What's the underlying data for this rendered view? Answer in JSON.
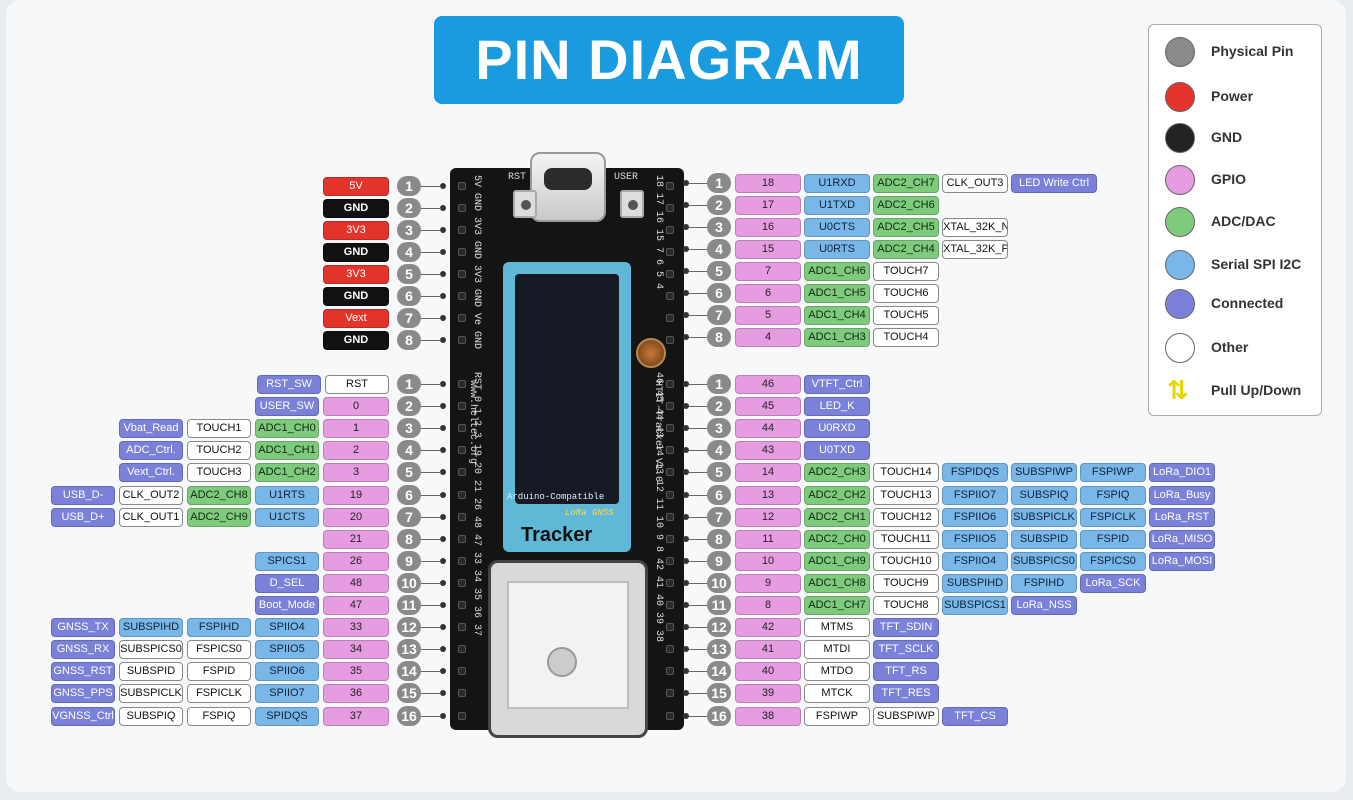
{
  "title": "PIN DIAGRAM",
  "legend": [
    {
      "label": "Physical Pin",
      "color": "#8a8a8a"
    },
    {
      "label": "Power",
      "color": "#e2342b"
    },
    {
      "label": "GND",
      "color": "#222222"
    },
    {
      "label": "GPIO",
      "color": "#e69ce0"
    },
    {
      "label": "ADC/DAC",
      "color": "#7ecb7e"
    },
    {
      "label": "Serial SPI I2C",
      "color": "#79b7e8"
    },
    {
      "label": "Connected",
      "color": "#7b80d8"
    },
    {
      "label": "Other",
      "color": "#ffffff"
    },
    {
      "label": "Pull Up/Down",
      "icon": "pull-up-down-arrows-icon"
    }
  ],
  "board": {
    "silk_brand": "www.heltec.org",
    "silk_model": "HTIT-Tracker V1.0",
    "silk_compat": "Arduino-Compatible",
    "screen_brand": "LoRa GNSS",
    "screen_name": "Tracker",
    "btn_rst": "RST",
    "btn_user": "USER",
    "header_top_left": "5V GND 3V3 GND 3V3 GND Ve GND",
    "header_top_right": "18 17 16 15 7 6 5 4",
    "header_bottom_left": "RST 0 1 2 3 19 20 21 26 48 47 33 34 35 36 37",
    "header_bottom_right": "46 45 44 43 14 13 12 11 10 9 8 42 41 40 39 38"
  },
  "left_top": [
    {
      "num": "1",
      "labels": [
        {
          "t": "5V",
          "c": "power"
        }
      ]
    },
    {
      "num": "2",
      "labels": [
        {
          "t": "GND",
          "c": "gnd"
        }
      ]
    },
    {
      "num": "3",
      "labels": [
        {
          "t": "3V3",
          "c": "power"
        }
      ]
    },
    {
      "num": "4",
      "labels": [
        {
          "t": "GND",
          "c": "gnd"
        }
      ]
    },
    {
      "num": "5",
      "labels": [
        {
          "t": "3V3",
          "c": "power"
        }
      ]
    },
    {
      "num": "6",
      "labels": [
        {
          "t": "GND",
          "c": "gnd"
        }
      ]
    },
    {
      "num": "7",
      "labels": [
        {
          "t": "Vext",
          "c": "power"
        }
      ]
    },
    {
      "num": "8",
      "labels": [
        {
          "t": "GND",
          "c": "gnd"
        }
      ]
    }
  ],
  "left_bottom": [
    {
      "num": "1",
      "labels": [
        {
          "t": "RST",
          "c": "other"
        },
        {
          "t": "RST_SW",
          "c": "conn"
        }
      ]
    },
    {
      "num": "2",
      "labels": [
        {
          "t": "0",
          "c": "gpio"
        },
        {
          "t": "USER_SW",
          "c": "conn"
        }
      ]
    },
    {
      "num": "3",
      "labels": [
        {
          "t": "1",
          "c": "gpio"
        },
        {
          "t": "ADC1_CH0",
          "c": "adc"
        },
        {
          "t": "TOUCH1",
          "c": "other"
        },
        {
          "t": "Vbat_Read",
          "c": "conn"
        }
      ]
    },
    {
      "num": "4",
      "labels": [
        {
          "t": "2",
          "c": "gpio"
        },
        {
          "t": "ADC1_CH1",
          "c": "adc"
        },
        {
          "t": "TOUCH2",
          "c": "other"
        },
        {
          "t": "ADC_Ctrl.",
          "c": "conn"
        }
      ]
    },
    {
      "num": "5",
      "labels": [
        {
          "t": "3",
          "c": "gpio"
        },
        {
          "t": "ADC1_CH2",
          "c": "adc"
        },
        {
          "t": "TOUCH3",
          "c": "other"
        },
        {
          "t": "Vext_Ctrl.",
          "c": "conn"
        }
      ]
    },
    {
      "num": "6",
      "labels": [
        {
          "t": "19",
          "c": "gpio"
        },
        {
          "t": "U1RTS",
          "c": "serial"
        },
        {
          "t": "ADC2_CH8",
          "c": "adc"
        },
        {
          "t": "CLK_OUT2",
          "c": "other"
        },
        {
          "t": "USB_D-",
          "c": "conn"
        }
      ]
    },
    {
      "num": "7",
      "labels": [
        {
          "t": "20",
          "c": "gpio"
        },
        {
          "t": "U1CTS",
          "c": "serial"
        },
        {
          "t": "ADC2_CH9",
          "c": "adc"
        },
        {
          "t": "CLK_OUT1",
          "c": "other"
        },
        {
          "t": "USB_D+",
          "c": "conn"
        }
      ]
    },
    {
      "num": "8",
      "labels": [
        {
          "t": "21",
          "c": "gpio"
        }
      ]
    },
    {
      "num": "9",
      "labels": [
        {
          "t": "26",
          "c": "gpio"
        },
        {
          "t": "SPICS1",
          "c": "serial"
        }
      ]
    },
    {
      "num": "10",
      "labels": [
        {
          "t": "48",
          "c": "gpio"
        },
        {
          "t": "D_SEL",
          "c": "conn"
        }
      ]
    },
    {
      "num": "11",
      "labels": [
        {
          "t": "47",
          "c": "gpio"
        },
        {
          "t": "Boot_Mode",
          "c": "conn"
        }
      ]
    },
    {
      "num": "12",
      "labels": [
        {
          "t": "33",
          "c": "gpio"
        },
        {
          "t": "SPIIO4",
          "c": "serial"
        },
        {
          "t": "FSPIHD",
          "c": "serial"
        },
        {
          "t": "SUBSPIHD",
          "c": "serial"
        },
        {
          "t": "GNSS_TX",
          "c": "conn"
        }
      ]
    },
    {
      "num": "13",
      "labels": [
        {
          "t": "34",
          "c": "gpio"
        },
        {
          "t": "SPIIO5",
          "c": "serial"
        },
        {
          "t": "FSPICS0",
          "c": "other"
        },
        {
          "t": "SUBSPICS0",
          "c": "other"
        },
        {
          "t": "GNSS_RX",
          "c": "conn"
        }
      ]
    },
    {
      "num": "14",
      "labels": [
        {
          "t": "35",
          "c": "gpio"
        },
        {
          "t": "SPIIO6",
          "c": "serial"
        },
        {
          "t": "FSPID",
          "c": "other"
        },
        {
          "t": "SUBSPID",
          "c": "other"
        },
        {
          "t": "GNSS_RST",
          "c": "conn"
        }
      ]
    },
    {
      "num": "15",
      "labels": [
        {
          "t": "36",
          "c": "gpio"
        },
        {
          "t": "SPIIO7",
          "c": "serial"
        },
        {
          "t": "FSPICLK",
          "c": "other"
        },
        {
          "t": "SUBSPICLK",
          "c": "other"
        },
        {
          "t": "GNSS_PPS",
          "c": "conn"
        }
      ]
    },
    {
      "num": "16",
      "labels": [
        {
          "t": "37",
          "c": "gpio"
        },
        {
          "t": "SPIDQS",
          "c": "serial"
        },
        {
          "t": "FSPIQ",
          "c": "other"
        },
        {
          "t": "SUBSPIQ",
          "c": "other"
        },
        {
          "t": "VGNSS_Ctrl",
          "c": "conn"
        }
      ]
    }
  ],
  "right_top": [
    {
      "num": "1",
      "labels": [
        {
          "t": "18",
          "c": "gpio"
        },
        {
          "t": "U1RXD",
          "c": "serial"
        },
        {
          "t": "ADC2_CH7",
          "c": "adc"
        },
        {
          "t": "CLK_OUT3",
          "c": "other"
        },
        {
          "t": "LED Write Ctrl",
          "c": "conn"
        }
      ]
    },
    {
      "num": "2",
      "labels": [
        {
          "t": "17",
          "c": "gpio"
        },
        {
          "t": "U1TXD",
          "c": "serial"
        },
        {
          "t": "ADC2_CH6",
          "c": "adc"
        }
      ]
    },
    {
      "num": "3",
      "labels": [
        {
          "t": "16",
          "c": "gpio"
        },
        {
          "t": "U0CTS",
          "c": "serial"
        },
        {
          "t": "ADC2_CH5",
          "c": "adc"
        },
        {
          "t": "XTAL_32K_N",
          "c": "other"
        }
      ]
    },
    {
      "num": "4",
      "labels": [
        {
          "t": "15",
          "c": "gpio"
        },
        {
          "t": "U0RTS",
          "c": "serial"
        },
        {
          "t": "ADC2_CH4",
          "c": "adc"
        },
        {
          "t": "XTAL_32K_P",
          "c": "other"
        }
      ]
    },
    {
      "num": "5",
      "labels": [
        {
          "t": "7",
          "c": "gpio"
        },
        {
          "t": "ADC1_CH6",
          "c": "adc"
        },
        {
          "t": "TOUCH7",
          "c": "other"
        }
      ]
    },
    {
      "num": "6",
      "labels": [
        {
          "t": "6",
          "c": "gpio"
        },
        {
          "t": "ADC1_CH5",
          "c": "adc"
        },
        {
          "t": "TOUCH6",
          "c": "other"
        }
      ]
    },
    {
      "num": "7",
      "labels": [
        {
          "t": "5",
          "c": "gpio"
        },
        {
          "t": "ADC1_CH4",
          "c": "adc"
        },
        {
          "t": "TOUCH5",
          "c": "other"
        }
      ]
    },
    {
      "num": "8",
      "labels": [
        {
          "t": "4",
          "c": "gpio"
        },
        {
          "t": "ADC1_CH3",
          "c": "adc"
        },
        {
          "t": "TOUCH4",
          "c": "other"
        }
      ]
    }
  ],
  "right_bottom": [
    {
      "num": "1",
      "labels": [
        {
          "t": "46",
          "c": "gpio"
        },
        {
          "t": "VTFT_Ctrl",
          "c": "conn"
        }
      ]
    },
    {
      "num": "2",
      "labels": [
        {
          "t": "45",
          "c": "gpio"
        },
        {
          "t": "LED_K",
          "c": "conn"
        }
      ]
    },
    {
      "num": "3",
      "labels": [
        {
          "t": "44",
          "c": "gpio"
        },
        {
          "t": "U0RXD",
          "c": "conn"
        }
      ]
    },
    {
      "num": "4",
      "labels": [
        {
          "t": "43",
          "c": "gpio"
        },
        {
          "t": "U0TXD",
          "c": "conn"
        }
      ]
    },
    {
      "num": "5",
      "labels": [
        {
          "t": "14",
          "c": "gpio"
        },
        {
          "t": "ADC2_CH3",
          "c": "adc"
        },
        {
          "t": "TOUCH14",
          "c": "other"
        },
        {
          "t": "FSPIDQS",
          "c": "serial"
        },
        {
          "t": "SUBSPIWP",
          "c": "serial"
        },
        {
          "t": "FSPIWP",
          "c": "serial"
        },
        {
          "t": "LoRa_DIO1",
          "c": "conn"
        }
      ]
    },
    {
      "num": "6",
      "labels": [
        {
          "t": "13",
          "c": "gpio"
        },
        {
          "t": "ADC2_CH2",
          "c": "adc"
        },
        {
          "t": "TOUCH13",
          "c": "other"
        },
        {
          "t": "FSPIIO7",
          "c": "serial"
        },
        {
          "t": "SUBSPIQ",
          "c": "serial"
        },
        {
          "t": "FSPIQ",
          "c": "serial"
        },
        {
          "t": "LoRa_Busy",
          "c": "conn"
        }
      ]
    },
    {
      "num": "7",
      "labels": [
        {
          "t": "12",
          "c": "gpio"
        },
        {
          "t": "ADC2_CH1",
          "c": "adc"
        },
        {
          "t": "TOUCH12",
          "c": "other"
        },
        {
          "t": "FSPIIO6",
          "c": "serial"
        },
        {
          "t": "SUBSPICLK",
          "c": "serial"
        },
        {
          "t": "FSPICLK",
          "c": "serial"
        },
        {
          "t": "LoRa_RST",
          "c": "conn"
        }
      ]
    },
    {
      "num": "8",
      "labels": [
        {
          "t": "11",
          "c": "gpio"
        },
        {
          "t": "ADC2_CH0",
          "c": "adc"
        },
        {
          "t": "TOUCH11",
          "c": "other"
        },
        {
          "t": "FSPIIO5",
          "c": "serial"
        },
        {
          "t": "SUBSPID",
          "c": "serial"
        },
        {
          "t": "FSPID",
          "c": "serial"
        },
        {
          "t": "LoRa_MISO",
          "c": "conn"
        }
      ]
    },
    {
      "num": "9",
      "labels": [
        {
          "t": "10",
          "c": "gpio"
        },
        {
          "t": "ADC1_CH9",
          "c": "adc"
        },
        {
          "t": "TOUCH10",
          "c": "other"
        },
        {
          "t": "FSPIIO4",
          "c": "serial"
        },
        {
          "t": "SUBSPICS0",
          "c": "serial"
        },
        {
          "t": "FSPICS0",
          "c": "serial"
        },
        {
          "t": "LoRa_MOSI",
          "c": "conn"
        }
      ]
    },
    {
      "num": "10",
      "labels": [
        {
          "t": "9",
          "c": "gpio"
        },
        {
          "t": "ADC1_CH8",
          "c": "adc"
        },
        {
          "t": "TOUCH9",
          "c": "other"
        },
        {
          "t": "SUBSPIHD",
          "c": "serial"
        },
        {
          "t": "FSPIHD",
          "c": "serial"
        },
        {
          "t": "LoRa_SCK",
          "c": "conn"
        }
      ]
    },
    {
      "num": "11",
      "labels": [
        {
          "t": "8",
          "c": "gpio"
        },
        {
          "t": "ADC1_CH7",
          "c": "adc"
        },
        {
          "t": "TOUCH8",
          "c": "other"
        },
        {
          "t": "SUBSPICS1",
          "c": "serial"
        },
        {
          "t": "LoRa_NSS",
          "c": "conn"
        }
      ]
    },
    {
      "num": "12",
      "labels": [
        {
          "t": "42",
          "c": "gpio"
        },
        {
          "t": "MTMS",
          "c": "other"
        },
        {
          "t": "TFT_SDIN",
          "c": "conn"
        }
      ]
    },
    {
      "num": "13",
      "labels": [
        {
          "t": "41",
          "c": "gpio"
        },
        {
          "t": "MTDI",
          "c": "other"
        },
        {
          "t": "TFT_SCLK",
          "c": "conn"
        }
      ]
    },
    {
      "num": "14",
      "labels": [
        {
          "t": "40",
          "c": "gpio"
        },
        {
          "t": "MTDO",
          "c": "other"
        },
        {
          "t": "TFT_RS",
          "c": "conn"
        }
      ]
    },
    {
      "num": "15",
      "labels": [
        {
          "t": "39",
          "c": "gpio"
        },
        {
          "t": "MTCK",
          "c": "other"
        },
        {
          "t": "TFT_RES",
          "c": "conn"
        }
      ]
    },
    {
      "num": "16",
      "labels": [
        {
          "t": "38",
          "c": "gpio"
        },
        {
          "t": "FSPIWP",
          "c": "other"
        },
        {
          "t": "SUBSPIWP",
          "c": "other"
        },
        {
          "t": "TFT_CS",
          "c": "conn"
        }
      ]
    }
  ]
}
